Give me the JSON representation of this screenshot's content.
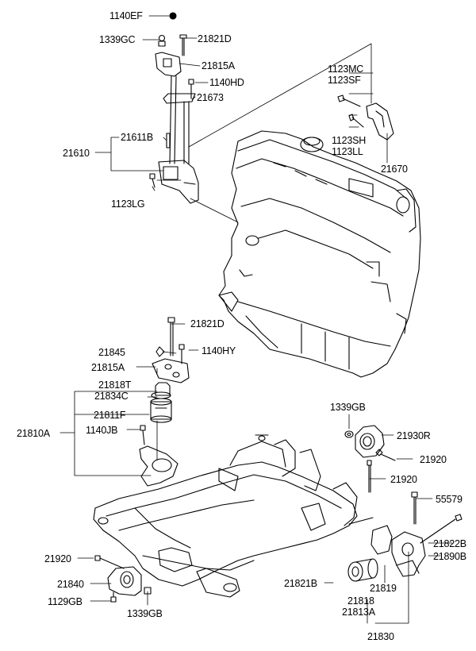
{
  "labels": {
    "l1140EF": "1140EF",
    "l1339GC": "1339GC",
    "l21821D_top": "21821D",
    "l21815A_top": "21815A",
    "l1140HD": "1140HD",
    "l21673": "21673",
    "l21611B": "21611B",
    "l21610": "21610",
    "l1123LG": "1123LG",
    "l1123MC": "1123MC",
    "l1123SF": "1123SF",
    "l1123SH": "1123SH",
    "l1123LL": "1123LL",
    "l21670": "21670",
    "l21821D_mid": "21821D",
    "l21845": "21845",
    "l1140HY": "1140HY",
    "l21815A_mid": "21815A",
    "l21818T": "21818T",
    "l21834C": "21834C",
    "l21811F": "21811F",
    "l21810A": "21810A",
    "l1140JB": "1140JB",
    "l1339GB_right": "1339GB",
    "l21930R": "21930R",
    "l21920_r1": "21920",
    "l21920_r2": "21920",
    "l55579": "55579",
    "l21822B": "21822B",
    "l21890B": "21890B",
    "l21920_left": "21920",
    "l21840": "21840",
    "l1129GB": "1129GB",
    "l1339GB_bottom": "1339GB",
    "l21821B": "21821B",
    "l21819": "21819",
    "l21818": "21818",
    "l21813A": "21813A",
    "l21830": "21830"
  }
}
